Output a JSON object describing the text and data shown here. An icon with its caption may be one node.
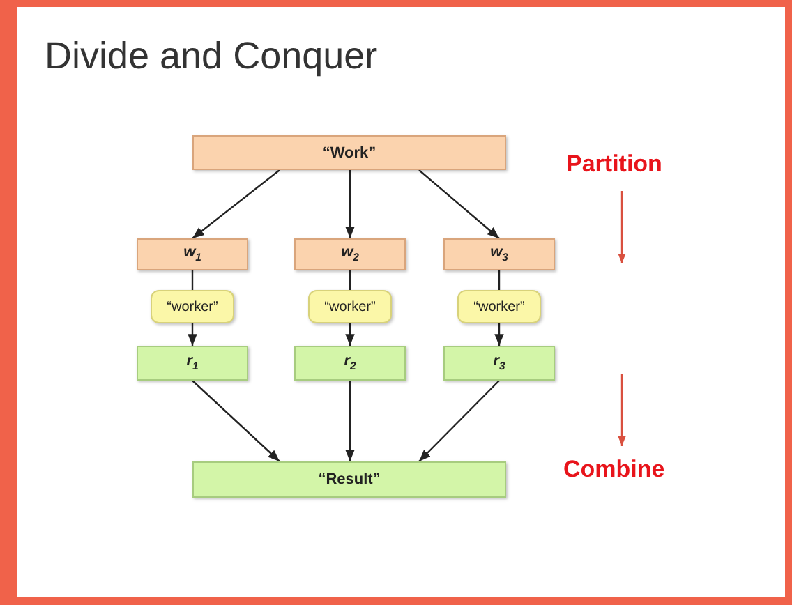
{
  "diagram": {
    "title": "Divide and Conquer",
    "nodes": [
      {
        "text": [
          "“Work”"
        ]
      },
      {
        "text": [
          "w$_{1}$"
        ]
      },
      {
        "text": [
          "w$_{2}$"
        ]
      },
      {
        "text": [
          "w$_{3}$"
        ]
      },
      {
        "text": [
          "“worker”"
        ]
      },
      {
        "text": [
          "“worker”"
        ]
      },
      {
        "text": [
          "“worker”"
        ]
      },
      {
        "text": [
          "r$_{1}$"
        ]
      },
      {
        "text": [
          "r$_{2}$"
        ]
      },
      {
        "text": [
          "r$_{3}$"
        ]
      },
      {
        "text": [
          "“Result”"
        ]
      }
    ],
    "edges": [
      {
        "from": 0,
        "to": 1,
        "arrow": "to"
      },
      {
        "from": 0,
        "to": 2,
        "arrow": "to"
      },
      {
        "from": 0,
        "to": 3,
        "arrow": "to"
      },
      {
        "from": 1,
        "to": 4,
        "arrow": "none"
      },
      {
        "from": 2,
        "to": 5,
        "arrow": "none"
      },
      {
        "from": 3,
        "to": 6,
        "arrow": "none"
      },
      {
        "from": 4,
        "to": 7,
        "arrow": "to"
      },
      {
        "from": 5,
        "to": 8,
        "arrow": "to"
      },
      {
        "from": 6,
        "to": 9,
        "arrow": "to"
      },
      {
        "from": 7,
        "to": 10,
        "arrow": "to"
      },
      {
        "from": 8,
        "to": 10,
        "arrow": "to"
      },
      {
        "from": 9,
        "to": 10,
        "arrow": "to"
      }
    ],
    "labels": [
      "Partition",
      "Combine"
    ]
  }
}
